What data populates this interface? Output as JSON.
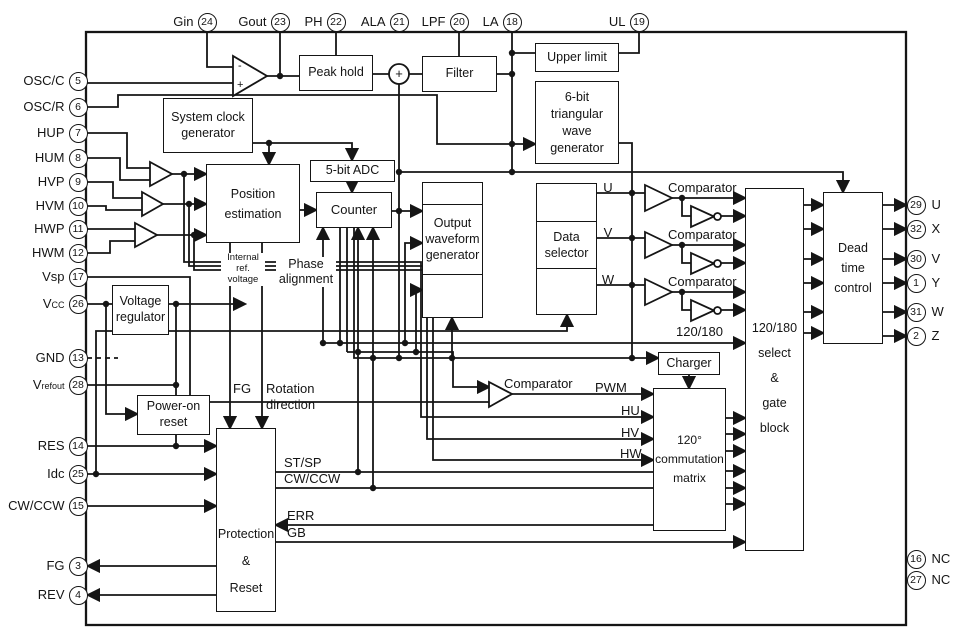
{
  "blocks": {
    "system_clock_generator": "System clock\ngenerator",
    "peak_hold": "Peak hold",
    "filter": "Filter",
    "upper_limit": "Upper limit",
    "triangular_wave_generator": "6-bit\ntriangular\nwave\ngenerator",
    "position_estimation": "Position\nestimation",
    "adc": "5-bit ADC",
    "counter": "Counter",
    "output_waveform_generator": "Output\nwaveform\ngenerator",
    "data_selector": "Data\nselector",
    "voltage_regulator": "Voltage\nregulator",
    "power_on_reset": "Power-on\nreset",
    "protection_reset": "Protection\n&\nReset",
    "charger": "Charger",
    "commutation_matrix": "120°\ncommutation\nmatrix",
    "select_gate_block": "120/180\nselect\n&\ngate\nblock",
    "dead_time_control": "Dead\ntime\ncontrol"
  },
  "signals": {
    "u": "U",
    "v": "V",
    "w": "W",
    "hu": "HU",
    "hv": "HV",
    "hw": "HW",
    "pwm": "PWM",
    "comparator": "Comparator",
    "mode": "120/180",
    "st_sp": "ST/SP",
    "cw_ccw": "CW/CCW",
    "err": "ERR",
    "gb": "GB",
    "fg": "FG",
    "rotation_direction": "Rotation\ndirection",
    "phase_alignment": "Phase\nalignment",
    "internal_ref_voltage": "Internal\nref.\nvoltage",
    "amp_minus": "-",
    "amp_plus": "+",
    "sum_plus": "+"
  },
  "pins": {
    "top": [
      {
        "num": "24",
        "label": "Gin"
      },
      {
        "num": "23",
        "label": "Gout"
      },
      {
        "num": "22",
        "label": "PH"
      },
      {
        "num": "21",
        "label": "ALA"
      },
      {
        "num": "20",
        "label": "LPF"
      },
      {
        "num": "18",
        "label": "LA"
      },
      {
        "num": "19",
        "label": "UL"
      }
    ],
    "left": [
      {
        "num": "5",
        "label": "OSC/C",
        "sub": ""
      },
      {
        "num": "6",
        "label": "OSC/R",
        "sub": ""
      },
      {
        "num": "7",
        "label": "HUP",
        "sub": ""
      },
      {
        "num": "8",
        "label": "HUM",
        "sub": ""
      },
      {
        "num": "9",
        "label": "HVP",
        "sub": ""
      },
      {
        "num": "10",
        "label": "HVM",
        "sub": ""
      },
      {
        "num": "11",
        "label": "HWP",
        "sub": ""
      },
      {
        "num": "12",
        "label": "HWM",
        "sub": ""
      },
      {
        "num": "17",
        "label": "Vsp",
        "sub": ""
      },
      {
        "num": "26",
        "label": "V",
        "sub": "CC"
      },
      {
        "num": "13",
        "label": "GND",
        "sub": ""
      },
      {
        "num": "28",
        "label": "V",
        "sub": "refout"
      },
      {
        "num": "14",
        "label": "RES",
        "sub": ""
      },
      {
        "num": "25",
        "label": "Idc",
        "sub": ""
      },
      {
        "num": "15",
        "label": "CW/CCW",
        "sub": ""
      },
      {
        "num": "3",
        "label": "FG",
        "sub": ""
      },
      {
        "num": "4",
        "label": "REV",
        "sub": ""
      }
    ],
    "right": [
      {
        "num": "29",
        "label": "U"
      },
      {
        "num": "32",
        "label": "X"
      },
      {
        "num": "30",
        "label": "V"
      },
      {
        "num": "1",
        "label": "Y"
      },
      {
        "num": "31",
        "label": "W"
      },
      {
        "num": "2",
        "label": "Z"
      },
      {
        "num": "16",
        "label": "NC"
      },
      {
        "num": "27",
        "label": "NC"
      }
    ]
  }
}
